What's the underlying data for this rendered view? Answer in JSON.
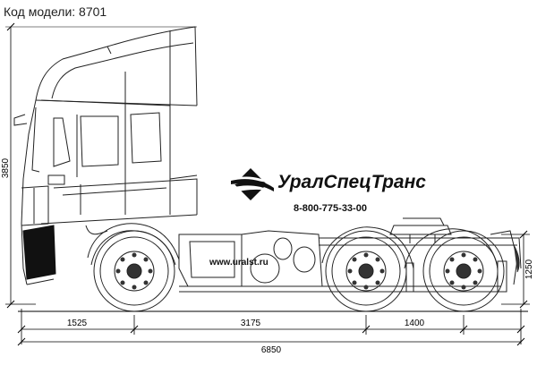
{
  "model_code": "Код модели: 8701",
  "branding": {
    "company": "УралСпецТранс",
    "phone": "8-800-775-33-00",
    "website": "www.uralst.ru"
  },
  "dimensions": {
    "height_total": "3850",
    "fifth_wheel_height": "1250",
    "front_overhang": "1525",
    "wheelbase": "3175",
    "rear_axle_spacing": "1400",
    "overall_length": "6850"
  }
}
